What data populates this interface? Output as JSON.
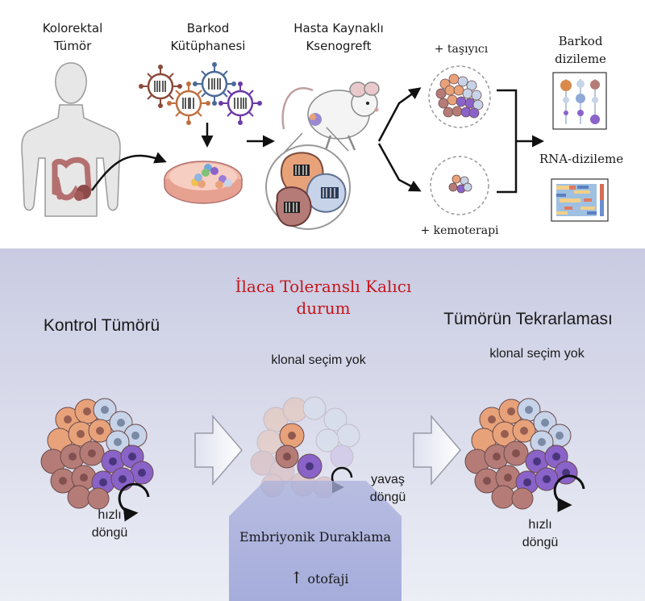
{
  "top_panel": {
    "tumor_label": [
      "Kolorektal",
      "Tümör"
    ],
    "library_label": [
      "Barkod",
      "Kütüphanesi"
    ],
    "xenograft_label": [
      "Hasta Kaynaklı",
      "Ksenogreft"
    ],
    "vehicle_label": "+ taşıyıcı",
    "chemo_label": "+ kemoterapi",
    "barcode_seq_label": [
      "Barkod",
      "dizileme"
    ],
    "rna_seq_label": "RNA-dizileme"
  },
  "bottom_panel": {
    "persister_title": [
      "İlaca Toleranslı Kalıcı",
      "durum"
    ],
    "control_title": "Kontrol Tümörü",
    "regrowth_title": "Tümörün Tekrarlaması",
    "no_selection_middle": "klonal seçim yok",
    "no_selection_right": "klonal seçim yok",
    "fast_cycle_left": [
      "hızlı",
      "döngü"
    ],
    "slow_cycle": [
      "yavaş",
      "döngü"
    ],
    "fast_cycle_right": [
      "hızlı",
      "döngü"
    ],
    "diapause_label": "Embriyonik Duraklama",
    "autophagy_arrow": "↑",
    "autophagy_label": "otofaji"
  },
  "colors": {
    "bottom_bg_top": "#c9cbe2",
    "bottom_bg_bottom": "#eceef6",
    "persister_title": "#c4161c",
    "orange_cell": "#e8a27a",
    "brown_cell": "#b57c77",
    "blue_cell": "#c7d3e8",
    "purple_cell": "#8a63c9",
    "diapause_box": "#9ea6d8"
  },
  "icons": [
    "human-figure-icon",
    "virus-barcode-icon",
    "petri-dish-icon",
    "mouse-icon",
    "cycle-arrow-icon",
    "barcode-plot-icon",
    "heatmap-icon"
  ]
}
